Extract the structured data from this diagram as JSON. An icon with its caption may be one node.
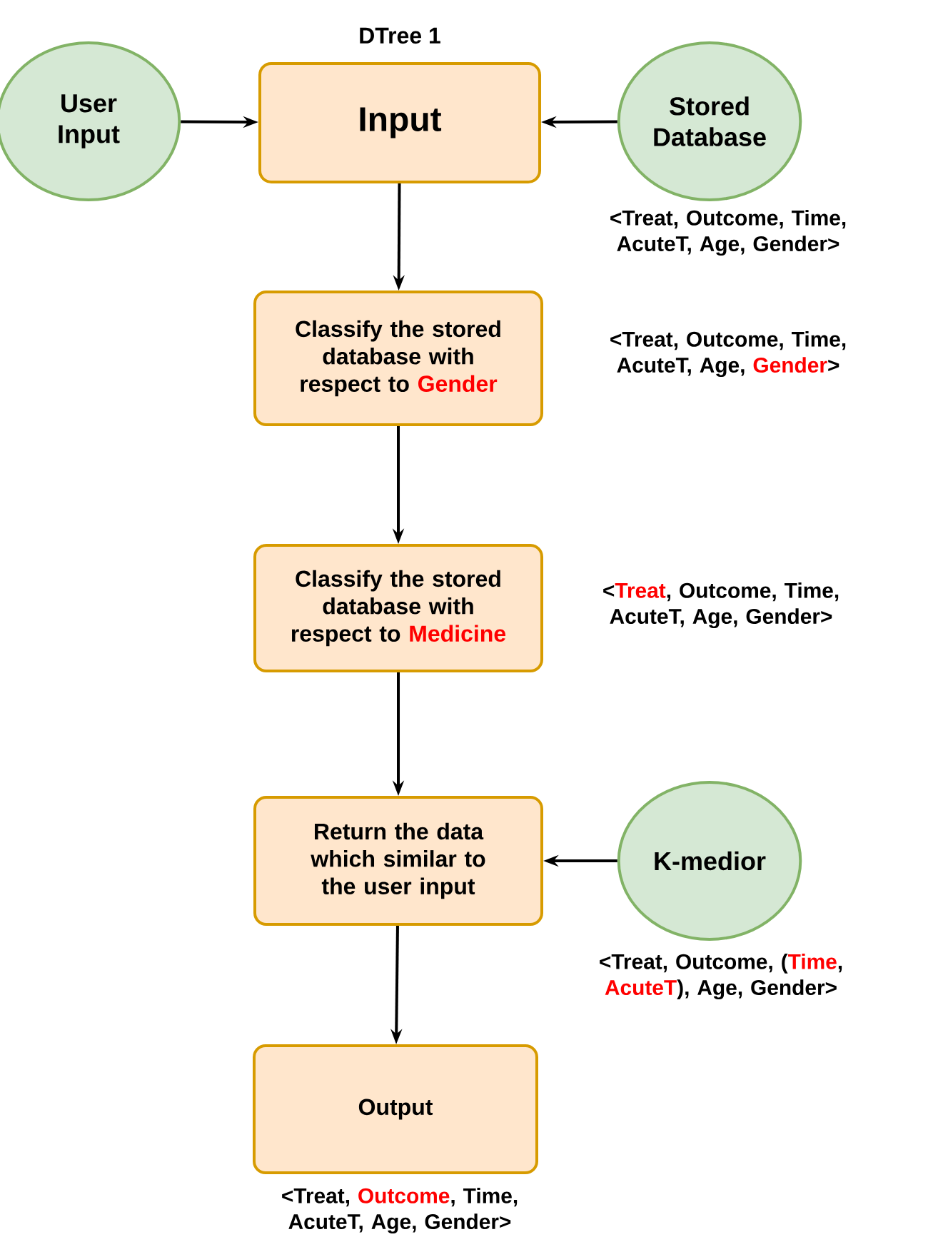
{
  "diagram": {
    "title": "DTree 1",
    "nodes": [
      {
        "text": [
          "User Input"
        ]
      },
      {
        "text": [
          "Input"
        ]
      },
      {
        "text": [
          "Stored Database"
        ],
        "beside": [
          "<Treat, Outcome, Time, AcuteT, Age, Gender>"
        ]
      },
      {
        "text": [
          "Classify the stored database with respect to Gender"
        ],
        "beside": [
          "<Treat, Outcome, Time, AcuteT, Age, Gender>"
        ]
      },
      {
        "text": [
          "Classify the stored database with respect to Medicine"
        ],
        "beside": [
          "<Treat, Outcome, Time, AcuteT, Age, Gender>"
        ]
      },
      {
        "text": [
          "Return the data which similar to the user input"
        ]
      },
      {
        "text": [
          "K-medior"
        ],
        "beside": [
          "<Treat, Outcome, (Time, AcuteT), Age, Gender>"
        ]
      },
      {
        "text": [
          "Output"
        ],
        "beside": [
          "<Treat, Outcome, Time, AcuteT, Age, Gender>"
        ]
      }
    ],
    "edges": [
      {
        "from": 0,
        "to": 1,
        "arrow": "to"
      },
      {
        "from": 2,
        "to": 1,
        "arrow": "to"
      },
      {
        "from": 1,
        "to": 3,
        "arrow": "to"
      },
      {
        "from": 3,
        "to": 4,
        "arrow": "to"
      },
      {
        "from": 4,
        "to": 5,
        "arrow": "to"
      },
      {
        "from": 6,
        "to": 5,
        "arrow": "to"
      },
      {
        "from": 5,
        "to": 7,
        "arrow": "to"
      }
    ]
  }
}
